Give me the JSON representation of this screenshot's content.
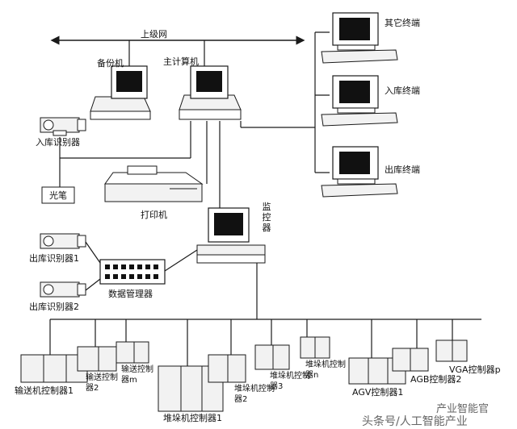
{
  "labels": {
    "upper_network": "上级网",
    "backup_computer": "备份机",
    "main_computer": "主计算机",
    "other_terminal": "其它终端",
    "inbound_terminal": "入库终端",
    "outbound_terminal": "出库终端",
    "inbound_identifier": "入库识别器",
    "light_pen": "光笔",
    "printer": "打印机",
    "monitor": "监控器",
    "outbound_identifier_1": "出库识别器1",
    "outbound_identifier_2": "出库识别器2",
    "data_manager": "数据管理器",
    "conveyor_ctrl_1": "输送机控制器1",
    "conveyor_ctrl_2": "输送控制器2",
    "conveyor_ctrl_m": "输送控制器m",
    "stacker_ctrl_1": "堆垛机控制器1",
    "stacker_ctrl_2": "堆垛机控制器2",
    "stacker_ctrl_3": "堆垛机控制器3",
    "stacker_ctrl_n": "堆垛机控制器n",
    "agv_ctrl_1": "AGV控制器1",
    "agb_ctrl_2": "AGB控制器2",
    "vga_ctrl_p": "VGA控制器p"
  },
  "watermark": {
    "brand": "产业智能官",
    "source": "头条号/人工智能产业"
  },
  "colors": {
    "line": "#1a1a1a",
    "screen": "#111111",
    "device_fill": "#f2f2f2",
    "watermark": "#777777"
  }
}
